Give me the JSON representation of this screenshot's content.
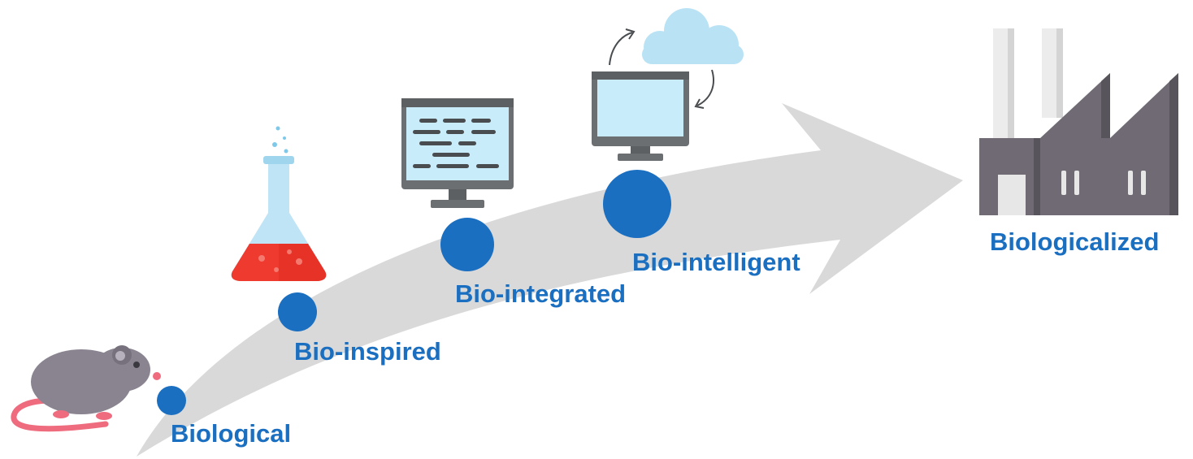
{
  "colors": {
    "accent": "#1b6fc1",
    "arrow": "#d9d9d9",
    "mouse_body": "#8a8491",
    "mouse_tail": "#ef6b7e",
    "flask_glass": "#bfe4f6",
    "flask_liquid": "#ef3a2f",
    "monitor_frame": "#6c6f72",
    "monitor_screen": "#c9ecfa",
    "cloud": "#b9e3f5",
    "factory": "#6f6a73",
    "chimney": "#e3e3e3"
  },
  "stages": [
    {
      "label": "Biological",
      "icon": "mouse-icon"
    },
    {
      "label": "Bio-inspired",
      "icon": "flask-icon"
    },
    {
      "label": "Bio-integrated",
      "icon": "monitor-code-icon"
    },
    {
      "label": "Bio-intelligent",
      "icon": "monitor-cloud-icon"
    },
    {
      "label": "Biologicalized",
      "icon": "factory-icon"
    }
  ]
}
